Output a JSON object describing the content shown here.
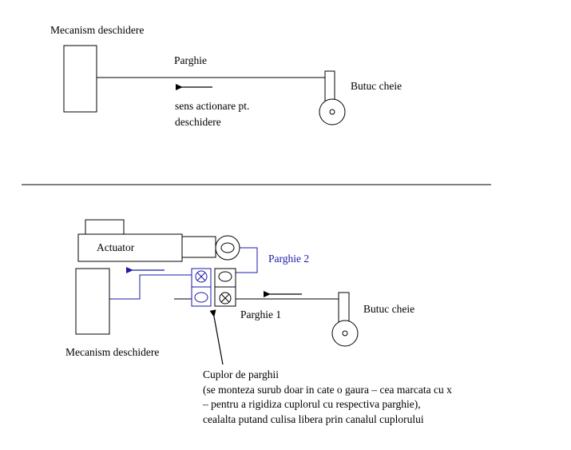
{
  "colors": {
    "line": "#000000",
    "accent_blue": "#1a1aa8"
  },
  "top_diagram": {
    "mechanism_label": "Mecanism deschidere",
    "lever_label": "Parghie",
    "key_hub_label": "Butuc cheie",
    "direction_label_line1": "sens actionare pt.",
    "direction_label_line2": "deschidere"
  },
  "bottom_diagram": {
    "actuator_label": "Actuator",
    "lever2_label": "Parghie 2",
    "lever1_label": "Parghie 1",
    "key_hub_label": "Butuc cheie",
    "mechanism_label": "Mecanism deschidere",
    "coupler_title": "Cuplor de parghii",
    "coupler_note_line1": "(se monteza surub doar in cate o gaura – cea marcata cu x",
    "coupler_note_line2": "– pentru a rigidiza cuplorul cu respectiva parghie),",
    "coupler_note_line3": "cealalta putand culisa libera prin canalul cuplorului"
  }
}
